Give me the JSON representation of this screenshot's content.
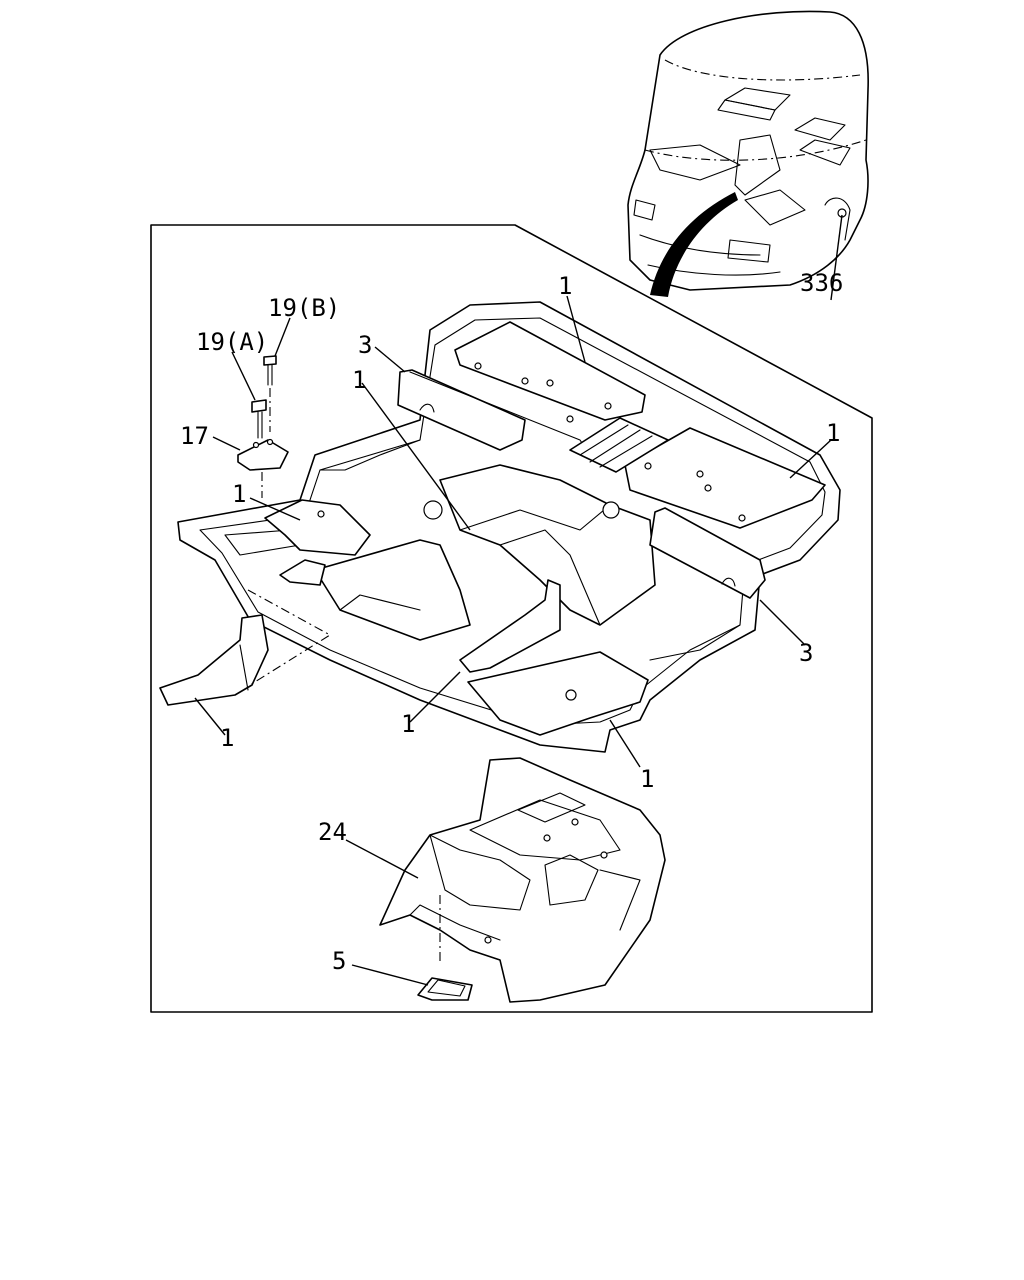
{
  "callouts": {
    "c336": "336",
    "c19b": "19(B)",
    "c19a": "19(A)",
    "c17": "17",
    "c1_top": "1",
    "c3_left": "3",
    "c1_mid": "1",
    "c1_right": "1",
    "c1_left": "1",
    "c3_right": "3",
    "c1_bl": "1",
    "c1_bc": "1",
    "c1_br": "1",
    "c24": "24",
    "c5": "5"
  }
}
